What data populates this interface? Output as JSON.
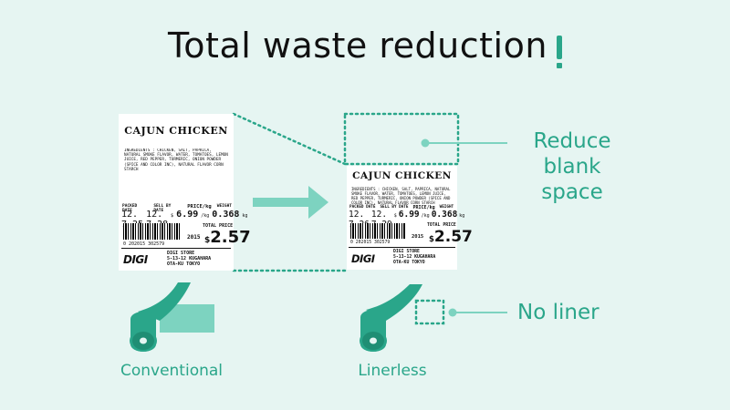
{
  "title": "Total waste reduction",
  "colors": {
    "background": "#e6f5f2",
    "accent": "#2aa68a",
    "arrow": "#7dd3c0",
    "liner": "#7dd3c0"
  },
  "label": {
    "product_name": "CAJUN CHICKEN",
    "ingredients": "INGREDIENTS : CHICKEN, SALT, PAPRICA, NATURAL SMOKE FLAVOR, WATER, TOMATOES, LEMON JUICE, RED PEPPER, TURMERIC, ONION POWDER (SPICE AND COLOR INC), NATURAL FLAVOR CORN STARCH",
    "packed_date_header": "PACKED DATE",
    "sell_by_header": "SELL BY DATE",
    "price_header": "PRICE/kg",
    "weight_header": "WEIGHT",
    "price_unit_prefix": "$",
    "price_per_kg": "6.99",
    "per_kg_suffix": "/kg",
    "weight_value": "0.368",
    "weight_unit": "kg",
    "total_price_header": "TOTAL PRICE",
    "year": "2015",
    "total_currency": "$",
    "total_value": "2.57",
    "logo": "DIGI",
    "store_name": "DIGI STORE",
    "store_address_1": "5-13-12 KUGAHARA",
    "store_address_2": "OTA-KU TOKYO"
  },
  "conventional_label": {
    "packed_date": "12. 7.25",
    "sell_by_date": "12. 7.28",
    "barcode_number": "0 202015 302579"
  },
  "linerless_label": {
    "packed_date": "12. 7.26",
    "sell_by_date": "12. 7.29",
    "barcode_number": "0 202015 302579"
  },
  "callouts": {
    "reduce_blank_line1": "Reduce",
    "reduce_blank_line2": "blank space",
    "no_liner": "No liner"
  },
  "captions": {
    "conventional": "Conventional",
    "linerless": "Linerless"
  },
  "icons": {
    "conventional_roll": "label-roll-with-liner-icon",
    "linerless_roll": "label-roll-linerless-icon",
    "arrow": "right-arrow-icon"
  }
}
